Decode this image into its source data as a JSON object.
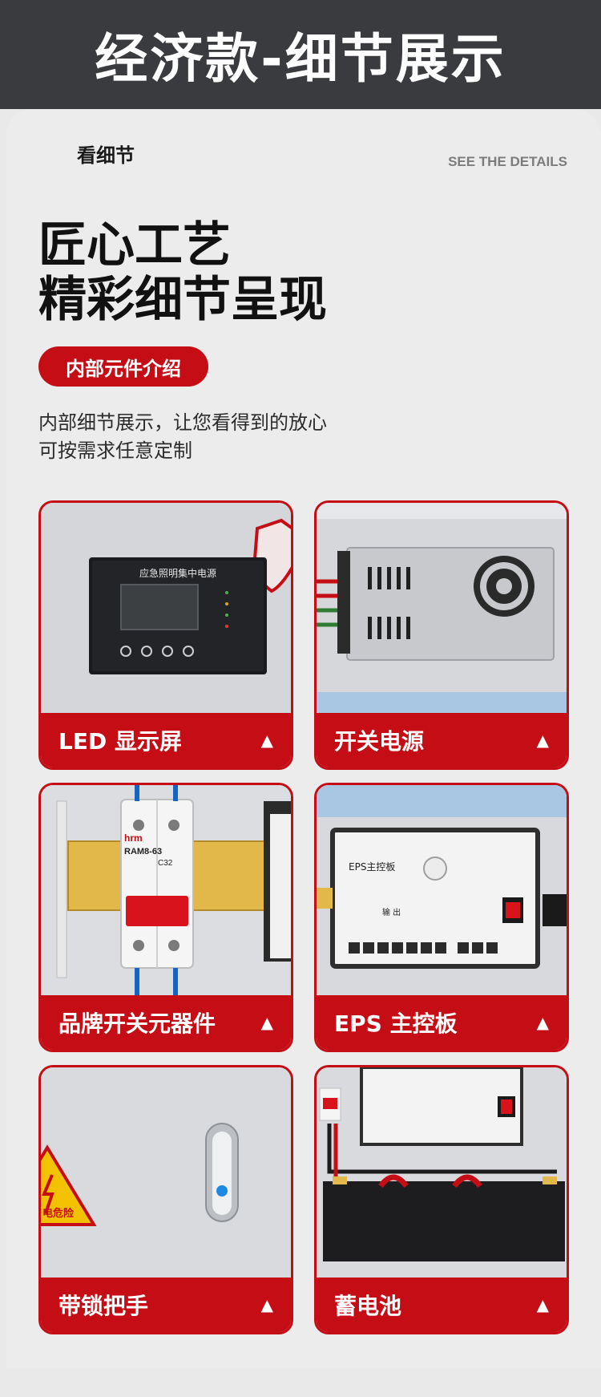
{
  "banner": {
    "title": "经济款-细节展示"
  },
  "header": {
    "kicker": "看细节",
    "see_details": "SEE THE DETAILS"
  },
  "headline": {
    "line1": "匠心工艺",
    "line2": "精彩细节呈现"
  },
  "pill": {
    "label": "内部元件介绍"
  },
  "description": {
    "line1": "内部细节展示，让您看得到的放心",
    "line2": "可按需求任意定制"
  },
  "arrow_glyph": "▲",
  "tiles": [
    {
      "label": "LED 显示屏"
    },
    {
      "label": "开关电源"
    },
    {
      "label": "品牌开关元器件"
    },
    {
      "label": "EPS 主控板"
    },
    {
      "label": "带锁把手"
    },
    {
      "label": "蓄电池"
    }
  ],
  "photo_text": {
    "lcd_title": "应急照明集中电源",
    "breaker_brand": "hrm",
    "breaker_model": "RAM8-63",
    "breaker_rating": "C32",
    "board_name": "EPS主控板",
    "board_out": "输 出",
    "warning": "电危险"
  },
  "colors": {
    "accent": "#c50d15",
    "banner": "#3a3b3e"
  }
}
